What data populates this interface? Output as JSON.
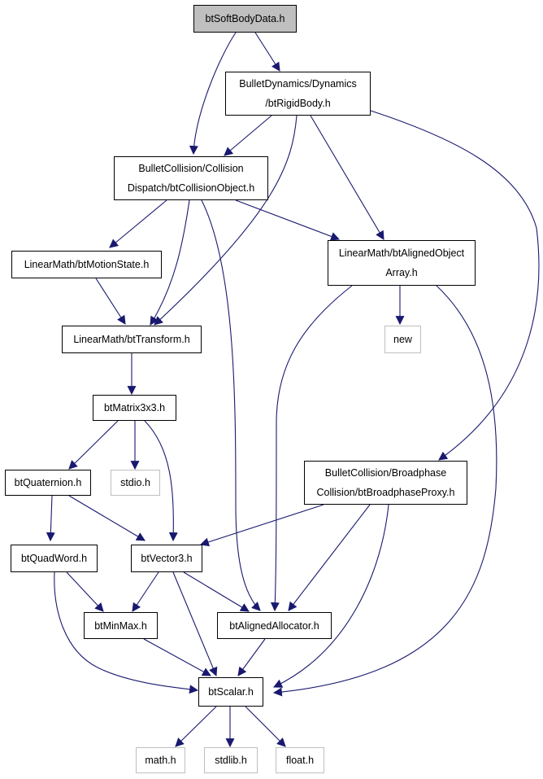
{
  "colors": {
    "edge": "#191970",
    "root_fill": "#bfbfbf",
    "external_border": "#bfbfbf"
  },
  "nodes": {
    "btSoftBodyData": [
      "btSoftBodyData.h"
    ],
    "btRigidBody": [
      "BulletDynamics/Dynamics",
      "/btRigidBody.h"
    ],
    "btCollisionObject": [
      "BulletCollision/Collision",
      "Dispatch/btCollisionObject.h"
    ],
    "btMotionState": [
      "LinearMath/btMotionState.h"
    ],
    "btAlignedObjectArray": [
      "LinearMath/btAlignedObject",
      "Array.h"
    ],
    "btTransform": [
      "LinearMath/btTransform.h"
    ],
    "new": [
      "new"
    ],
    "btMatrix3x3": [
      "btMatrix3x3.h"
    ],
    "btQuaternion": [
      "btQuaternion.h"
    ],
    "stdio": [
      "stdio.h"
    ],
    "btBroadphaseProxy": [
      "BulletCollision/Broadphase",
      "Collision/btBroadphaseProxy.h"
    ],
    "btQuadWord": [
      "btQuadWord.h"
    ],
    "btVector3": [
      "btVector3.h"
    ],
    "btMinMax": [
      "btMinMax.h"
    ],
    "btAlignedAllocator": [
      "btAlignedAllocator.h"
    ],
    "btScalar": [
      "btScalar.h"
    ],
    "math": [
      "math.h"
    ],
    "stdlib": [
      "stdlib.h"
    ],
    "float": [
      "float.h"
    ]
  }
}
